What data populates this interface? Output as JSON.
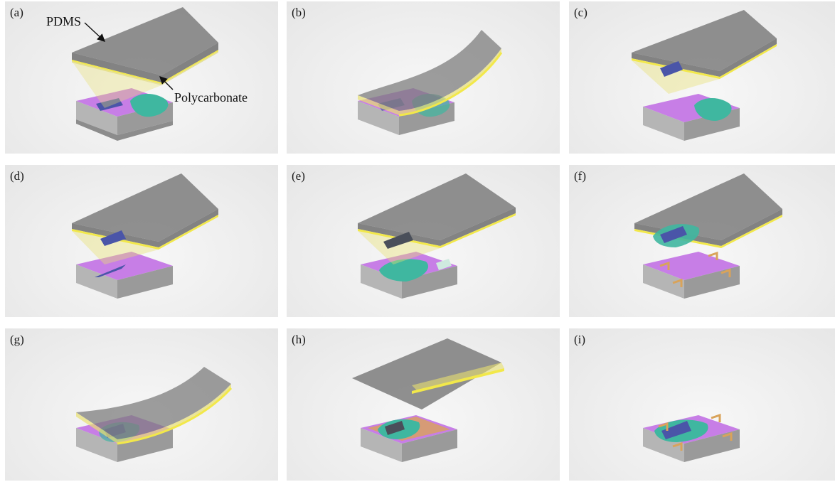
{
  "panels": [
    {
      "id": "a",
      "label": "(a)"
    },
    {
      "id": "b",
      "label": "(b)"
    },
    {
      "id": "c",
      "label": "(c)"
    },
    {
      "id": "d",
      "label": "(d)"
    },
    {
      "id": "e",
      "label": "(e)"
    },
    {
      "id": "f",
      "label": "(f)"
    },
    {
      "id": "g",
      "label": "(g)"
    },
    {
      "id": "h",
      "label": "(h)"
    },
    {
      "id": "i",
      "label": "(i)"
    }
  ],
  "annotations": {
    "pdms": "PDMS",
    "polycarbonate": "Polycarbonate"
  },
  "colors": {
    "background": "#eeeeee",
    "pdms": "#7d7d7d",
    "polycarbonate_film": "#e8e070",
    "polycarbonate_edge": "#f2e84a",
    "substrate_top": "#c77ee6",
    "substrate_side": "#a8a8a8",
    "flake_green": "#3fb7a0",
    "flake_blue": "#4a55a8",
    "marker_orange": "#d9a35a"
  }
}
